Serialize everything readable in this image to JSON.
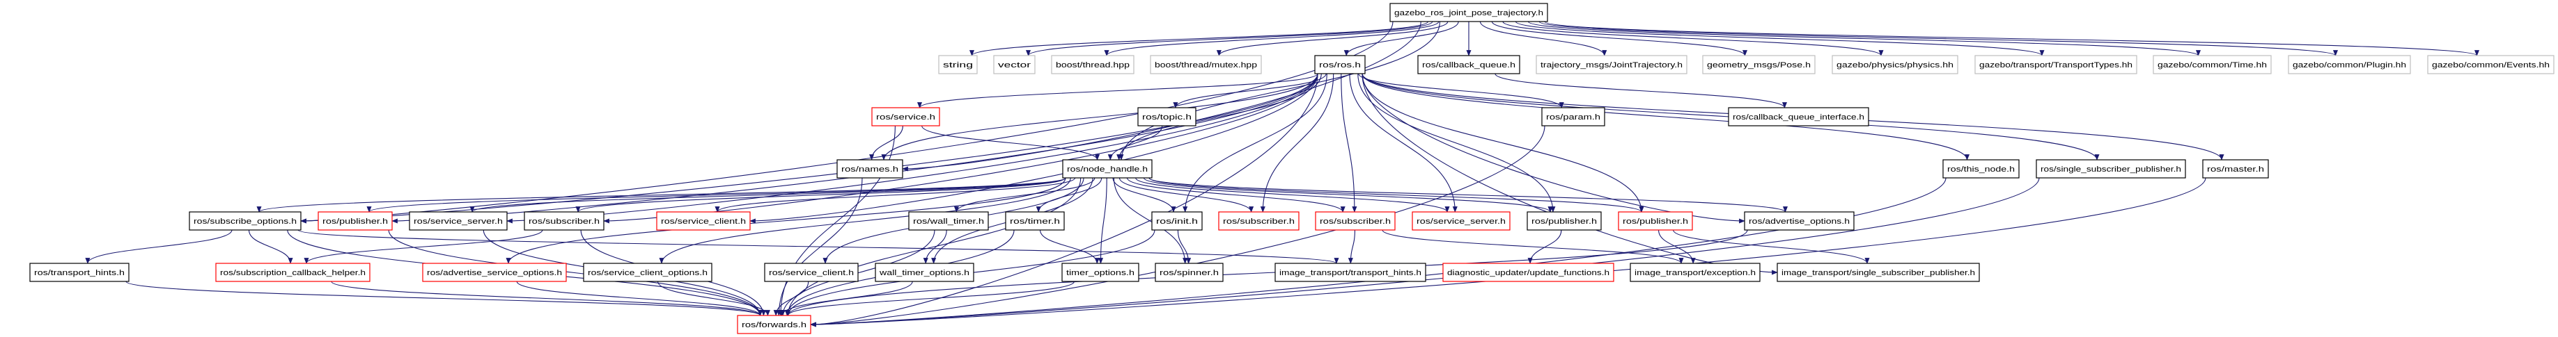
{
  "diagram": {
    "colors": {
      "edge": "#191970",
      "root_fill": "#bfbfbf",
      "documented_border": "#000000",
      "undocumented_border": "#ff0000",
      "external_border": "#bfbfbf"
    },
    "nodes": [
      {
        "id": "root",
        "label": "gazebo_ros_joint_pose_trajectory.h",
        "style": "root"
      },
      {
        "id": "string",
        "label": "string",
        "style": "external"
      },
      {
        "id": "vector",
        "label": "vector",
        "style": "external"
      },
      {
        "id": "bthread",
        "label": "boost/thread.hpp",
        "style": "external"
      },
      {
        "id": "bmutex",
        "label": "boost/thread/mutex.hpp",
        "style": "external"
      },
      {
        "id": "ros",
        "label": "ros/ros.h",
        "style": "documented"
      },
      {
        "id": "cbq",
        "label": "ros/callback_queue.h",
        "style": "documented"
      },
      {
        "id": "jt",
        "label": "trajectory_msgs/JointTrajectory.h",
        "style": "external"
      },
      {
        "id": "pose",
        "label": "geometry_msgs/Pose.h",
        "style": "external"
      },
      {
        "id": "physics",
        "label": "gazebo/physics/physics.hh",
        "style": "external"
      },
      {
        "id": "transport",
        "label": "gazebo/transport/TransportTypes.hh",
        "style": "external"
      },
      {
        "id": "time",
        "label": "gazebo/common/Time.hh",
        "style": "external"
      },
      {
        "id": "plugin",
        "label": "gazebo/common/Plugin.hh",
        "style": "external"
      },
      {
        "id": "events",
        "label": "gazebo/common/Events.hh",
        "style": "external"
      },
      {
        "id": "service",
        "label": "ros/service.h",
        "style": "undocumented"
      },
      {
        "id": "topic",
        "label": "ros/topic.h",
        "style": "documented"
      },
      {
        "id": "param",
        "label": "ros/param.h",
        "style": "documented"
      },
      {
        "id": "cbqi",
        "label": "ros/callback_queue_interface.h",
        "style": "documented"
      },
      {
        "id": "names",
        "label": "ros/names.h",
        "style": "documented"
      },
      {
        "id": "nh",
        "label": "ros/node_handle.h",
        "style": "documented"
      },
      {
        "id": "thisnode",
        "label": "ros/this_node.h",
        "style": "documented"
      },
      {
        "id": "ssp",
        "label": "ros/single_subscriber_publisher.h",
        "style": "documented"
      },
      {
        "id": "master",
        "label": "ros/master.h",
        "style": "documented"
      },
      {
        "id": "subopts",
        "label": "ros/subscribe_options.h",
        "style": "documented"
      },
      {
        "id": "pub1",
        "label": "ros/publisher.h",
        "style": "undocumented"
      },
      {
        "id": "srvserver1",
        "label": "ros/service_server.h",
        "style": "documented"
      },
      {
        "id": "sub1",
        "label": "ros/subscriber.h",
        "style": "documented"
      },
      {
        "id": "srvclient1",
        "label": "ros/service_client.h",
        "style": "undocumented"
      },
      {
        "id": "walltimer",
        "label": "ros/wall_timer.h",
        "style": "documented"
      },
      {
        "id": "timer",
        "label": "ros/timer.h",
        "style": "documented"
      },
      {
        "id": "init",
        "label": "ros/init.h",
        "style": "documented"
      },
      {
        "id": "sub2",
        "label": "ros/subscriber.h",
        "style": "undocumented"
      },
      {
        "id": "sub3",
        "label": "ros/subscriber.h",
        "style": "undocumented"
      },
      {
        "id": "srvserver2",
        "label": "ros/service_server.h",
        "style": "undocumented"
      },
      {
        "id": "pub2",
        "label": "ros/publisher.h",
        "style": "documented"
      },
      {
        "id": "pub3",
        "label": "ros/publisher.h",
        "style": "undocumented"
      },
      {
        "id": "advopts",
        "label": "ros/advertise_options.h",
        "style": "documented"
      },
      {
        "id": "transhints",
        "label": "ros/transport_hints.h",
        "style": "documented"
      },
      {
        "id": "subcb",
        "label": "ros/subscription_callback_helper.h",
        "style": "undocumented"
      },
      {
        "id": "advsrvopts",
        "label": "ros/advertise_service_options.h",
        "style": "undocumented"
      },
      {
        "id": "srvclientopts",
        "label": "ros/service_client_options.h",
        "style": "documented"
      },
      {
        "id": "srvclient2",
        "label": "ros/service_client.h",
        "style": "documented"
      },
      {
        "id": "walltimeropts",
        "label": "wall_timer_options.h",
        "style": "documented"
      },
      {
        "id": "timeropts",
        "label": "timer_options.h",
        "style": "documented"
      },
      {
        "id": "spinner",
        "label": "ros/spinner.h",
        "style": "documented"
      },
      {
        "id": "ithints",
        "label": "image_transport/transport_hints.h",
        "style": "documented"
      },
      {
        "id": "diag",
        "label": "diagnostic_updater/update_functions.h",
        "style": "undocumented"
      },
      {
        "id": "iexc",
        "label": "image_transport/exception.h",
        "style": "documented"
      },
      {
        "id": "issp",
        "label": "image_transport/single_subscriber_publisher.h",
        "style": "documented"
      },
      {
        "id": "forwards",
        "label": "ros/forwards.h",
        "style": "undocumented"
      }
    ],
    "edges": [
      [
        "root",
        "string"
      ],
      [
        "root",
        "vector"
      ],
      [
        "root",
        "bthread"
      ],
      [
        "root",
        "bmutex"
      ],
      [
        "root",
        "ros"
      ],
      [
        "root",
        "cbq"
      ],
      [
        "root",
        "jt"
      ],
      [
        "root",
        "pose"
      ],
      [
        "root",
        "physics"
      ],
      [
        "root",
        "transport"
      ],
      [
        "root",
        "time"
      ],
      [
        "root",
        "plugin"
      ],
      [
        "root",
        "events"
      ],
      [
        "root",
        "nh"
      ],
      [
        "root",
        "names"
      ],
      [
        "root",
        "subopts"
      ],
      [
        "cbq",
        "cbqi"
      ],
      [
        "ros",
        "service"
      ],
      [
        "ros",
        "topic"
      ],
      [
        "ros",
        "nh"
      ],
      [
        "ros",
        "param"
      ],
      [
        "ros",
        "names"
      ],
      [
        "ros",
        "subopts"
      ],
      [
        "ros",
        "pub1"
      ],
      [
        "ros",
        "srvserver1"
      ],
      [
        "ros",
        "sub1"
      ],
      [
        "ros",
        "srvclient1"
      ],
      [
        "ros",
        "init"
      ],
      [
        "ros",
        "sub2"
      ],
      [
        "ros",
        "sub3"
      ],
      [
        "ros",
        "srvserver2"
      ],
      [
        "ros",
        "pub2"
      ],
      [
        "ros",
        "pub3"
      ],
      [
        "ros",
        "advopts"
      ],
      [
        "ros",
        "thisnode"
      ],
      [
        "ros",
        "ssp"
      ],
      [
        "ros",
        "master"
      ],
      [
        "ros",
        "forwards"
      ],
      [
        "ros",
        "issp"
      ],
      [
        "service",
        "names"
      ],
      [
        "service",
        "nh"
      ],
      [
        "service",
        "forwards"
      ],
      [
        "topic",
        "nh"
      ],
      [
        "names",
        "forwards"
      ],
      [
        "param",
        "forwards"
      ],
      [
        "thisnode",
        "forwards"
      ],
      [
        "ssp",
        "forwards"
      ],
      [
        "master",
        "forwards"
      ],
      [
        "advopts",
        "forwards"
      ],
      [
        "nh",
        "subopts"
      ],
      [
        "nh",
        "pub1"
      ],
      [
        "nh",
        "srvserver1"
      ],
      [
        "nh",
        "sub1"
      ],
      [
        "nh",
        "srvclient1"
      ],
      [
        "nh",
        "walltimer"
      ],
      [
        "nh",
        "timer"
      ],
      [
        "nh",
        "init"
      ],
      [
        "nh",
        "sub2"
      ],
      [
        "nh",
        "sub3"
      ],
      [
        "nh",
        "srvserver2"
      ],
      [
        "nh",
        "pub2"
      ],
      [
        "nh",
        "pub3"
      ],
      [
        "nh",
        "advopts"
      ],
      [
        "nh",
        "advsrvopts"
      ],
      [
        "nh",
        "srvclientopts"
      ],
      [
        "nh",
        "srvclient2"
      ],
      [
        "nh",
        "walltimeropts"
      ],
      [
        "nh",
        "timeropts"
      ],
      [
        "nh",
        "spinner"
      ],
      [
        "nh",
        "forwards"
      ],
      [
        "subopts",
        "transhints"
      ],
      [
        "subopts",
        "subcb"
      ],
      [
        "subopts",
        "forwards"
      ],
      [
        "subopts",
        "ithints"
      ],
      [
        "pub1",
        "forwards"
      ],
      [
        "srvserver1",
        "forwards"
      ],
      [
        "sub1",
        "subcb"
      ],
      [
        "sub1",
        "forwards"
      ],
      [
        "walltimer",
        "walltimeropts"
      ],
      [
        "walltimer",
        "forwards"
      ],
      [
        "timer",
        "timeropts"
      ],
      [
        "timer",
        "forwards"
      ],
      [
        "init",
        "spinner"
      ],
      [
        "init",
        "forwards"
      ],
      [
        "sub3",
        "ithints"
      ],
      [
        "sub3",
        "iexc"
      ],
      [
        "pub2",
        "diag"
      ],
      [
        "pub3",
        "iexc"
      ],
      [
        "pub3",
        "issp"
      ],
      [
        "transhints",
        "forwards"
      ],
      [
        "subcb",
        "forwards"
      ],
      [
        "advsrvopts",
        "forwards"
      ],
      [
        "srvclientopts",
        "forwards"
      ],
      [
        "srvclient2",
        "forwards"
      ],
      [
        "walltimeropts",
        "forwards"
      ],
      [
        "timeropts",
        "forwards"
      ]
    ]
  }
}
